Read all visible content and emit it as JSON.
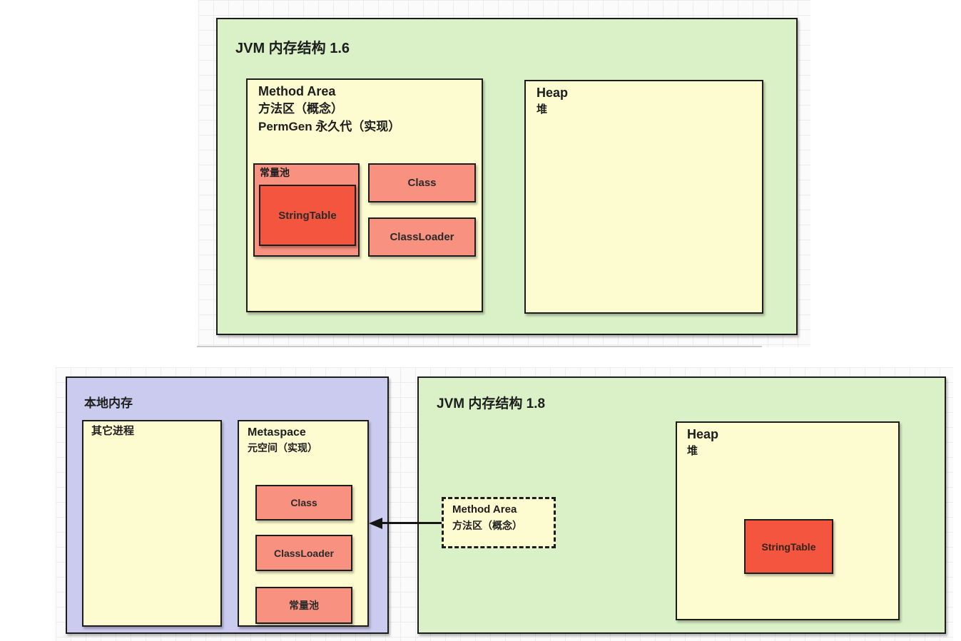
{
  "palette": {
    "container_green": "#daf0c6",
    "region_yellow": "#fdfbd0",
    "block_salmon": "#f8917f",
    "block_red": "#f4553f",
    "native_purple": "#cbcbef",
    "border_black": "#1c1c1c"
  },
  "jvm16": {
    "title": "JVM 内存结构 1.6",
    "method_area": {
      "title": "Method Area",
      "subtitle": "方法区（概念）",
      "impl": "PermGen 永久代（实现）",
      "constant_pool": "常量池",
      "string_table": "StringTable",
      "class": "Class",
      "classloader": "ClassLoader"
    },
    "heap": {
      "title": "Heap",
      "subtitle": "堆"
    }
  },
  "native_memory": {
    "title": "本地内存",
    "other_process": "其它进程",
    "metaspace": {
      "title": "Metaspace",
      "subtitle": "元空间（实现）",
      "class": "Class",
      "classloader": "ClassLoader",
      "constant_pool": "常量池"
    }
  },
  "jvm18": {
    "title": "JVM 内存结构 1.8",
    "method_area": {
      "title": "Method Area",
      "subtitle": "方法区（概念）"
    },
    "heap": {
      "title": "Heap",
      "subtitle": "堆",
      "string_table": "StringTable"
    }
  }
}
